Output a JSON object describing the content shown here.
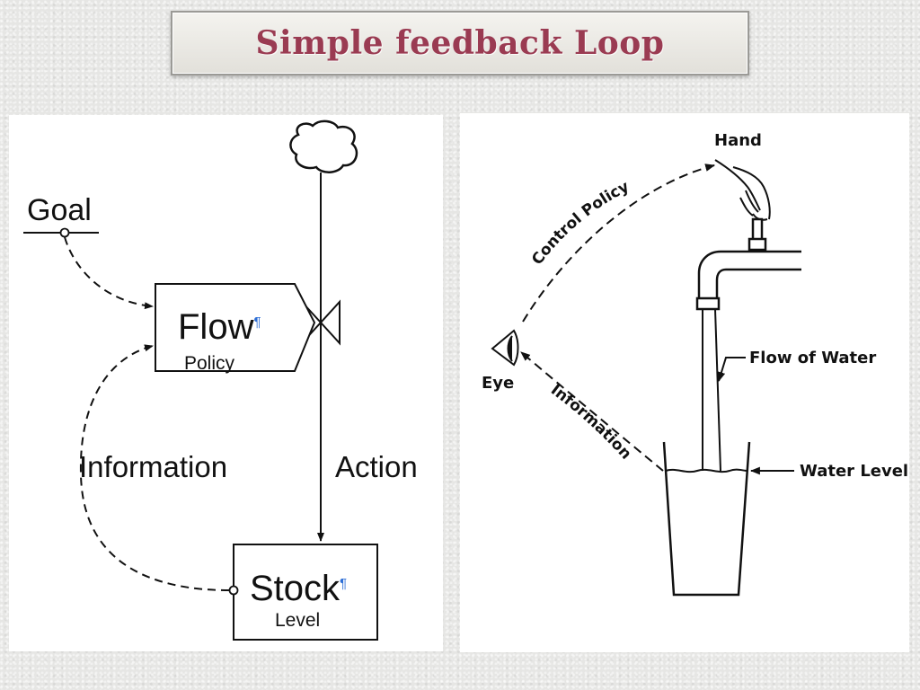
{
  "title": "Simple feedback Loop",
  "left_diagram": {
    "goal": "Goal",
    "flow": "Flow",
    "flow_mark": "¶",
    "policy": "Policy",
    "information": "Information",
    "action": "Action",
    "stock": "Stock",
    "stock_mark": "¶",
    "level": "Level"
  },
  "right_diagram": {
    "hand": "Hand",
    "control_policy": "Control Policy",
    "eye": "Eye",
    "information": "Information",
    "flow_of_water": "Flow of Water",
    "water_level": "Water Level"
  },
  "colors": {
    "title": "#9a3b52",
    "mark": "#2f6fd6"
  }
}
